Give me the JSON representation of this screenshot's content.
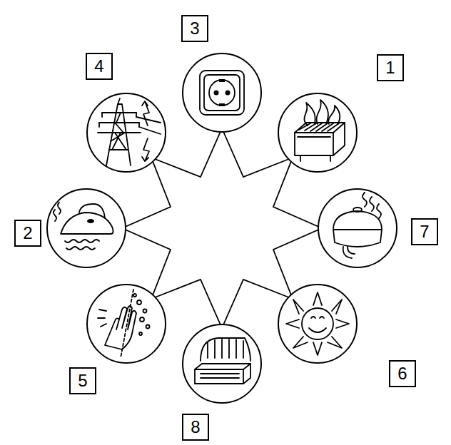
{
  "diagram": {
    "nodes": [
      {
        "text": [
          "3"
        ]
      },
      {
        "text": [
          "4"
        ]
      },
      {
        "text": [
          "1"
        ]
      },
      {
        "text": [
          "2"
        ]
      },
      {
        "text": [
          "7"
        ]
      },
      {
        "text": [
          "5"
        ]
      },
      {
        "text": [
          "6"
        ]
      },
      {
        "text": [
          "8"
        ]
      }
    ]
  }
}
